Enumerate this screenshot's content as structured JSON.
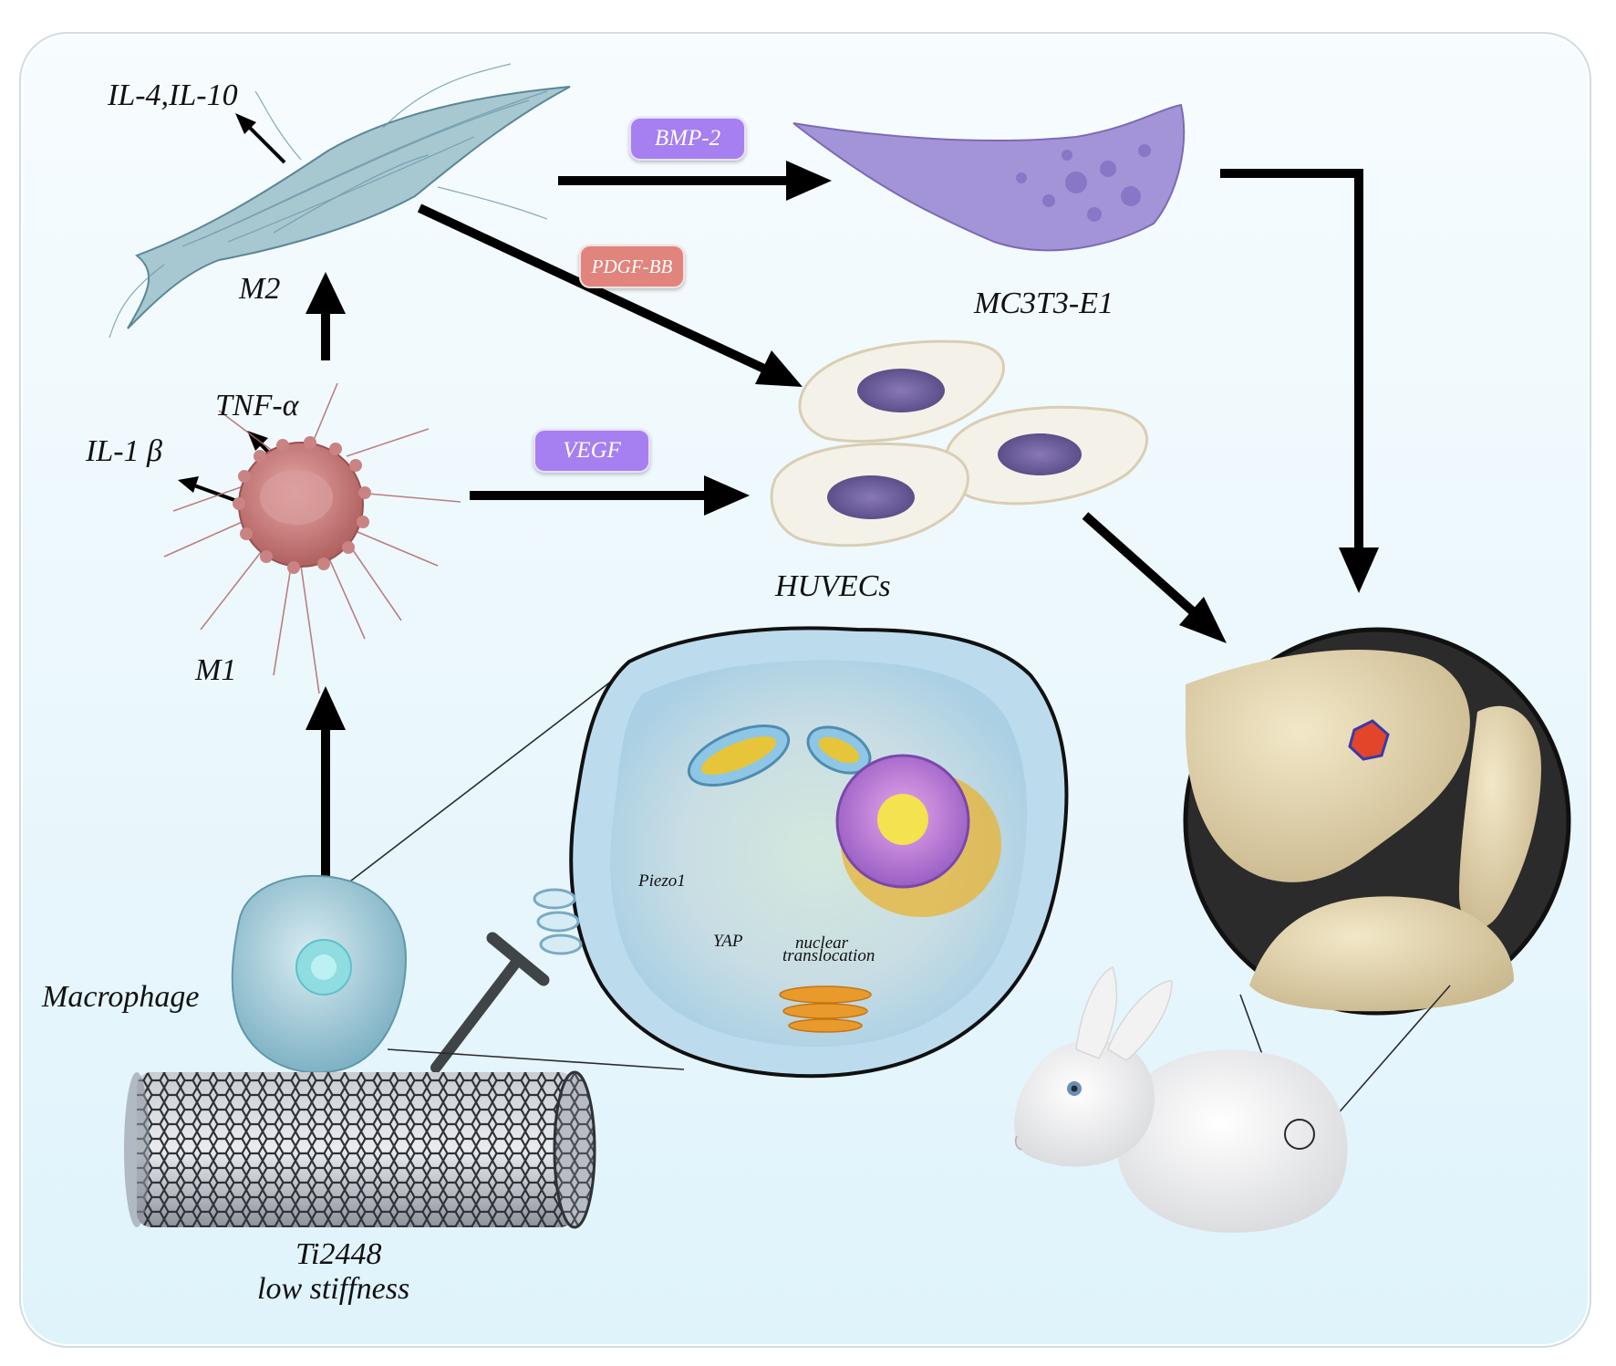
{
  "labels": {
    "il4_il10": "IL-4,IL-10",
    "m2": "M2",
    "tnf_alpha": "TNF-α",
    "il1_beta": "IL-1 β",
    "m1": "M1",
    "macrophage": "Macrophage",
    "mc3t3": "MC3T3-E1",
    "huvecs": "HUVECs",
    "piezo1": "Piezo1",
    "yap": "YAP",
    "nuclear": "nuclear",
    "translocation": "translocation",
    "ti2448": "Ti2448",
    "low_stiffness": "low stiffness"
  },
  "factors": {
    "bmp2": "BMP-2",
    "pdgf": "PDGF-BB",
    "vegf": "VEGF"
  },
  "colors": {
    "frame_background": "#eaf7fc",
    "bmp2_pill": "#a67ff0",
    "pdgf_pill": "#e0847c",
    "vegf_pill": "#a67ff0",
    "arrow": "#000000",
    "inhibition_bar": "#3f4446"
  }
}
